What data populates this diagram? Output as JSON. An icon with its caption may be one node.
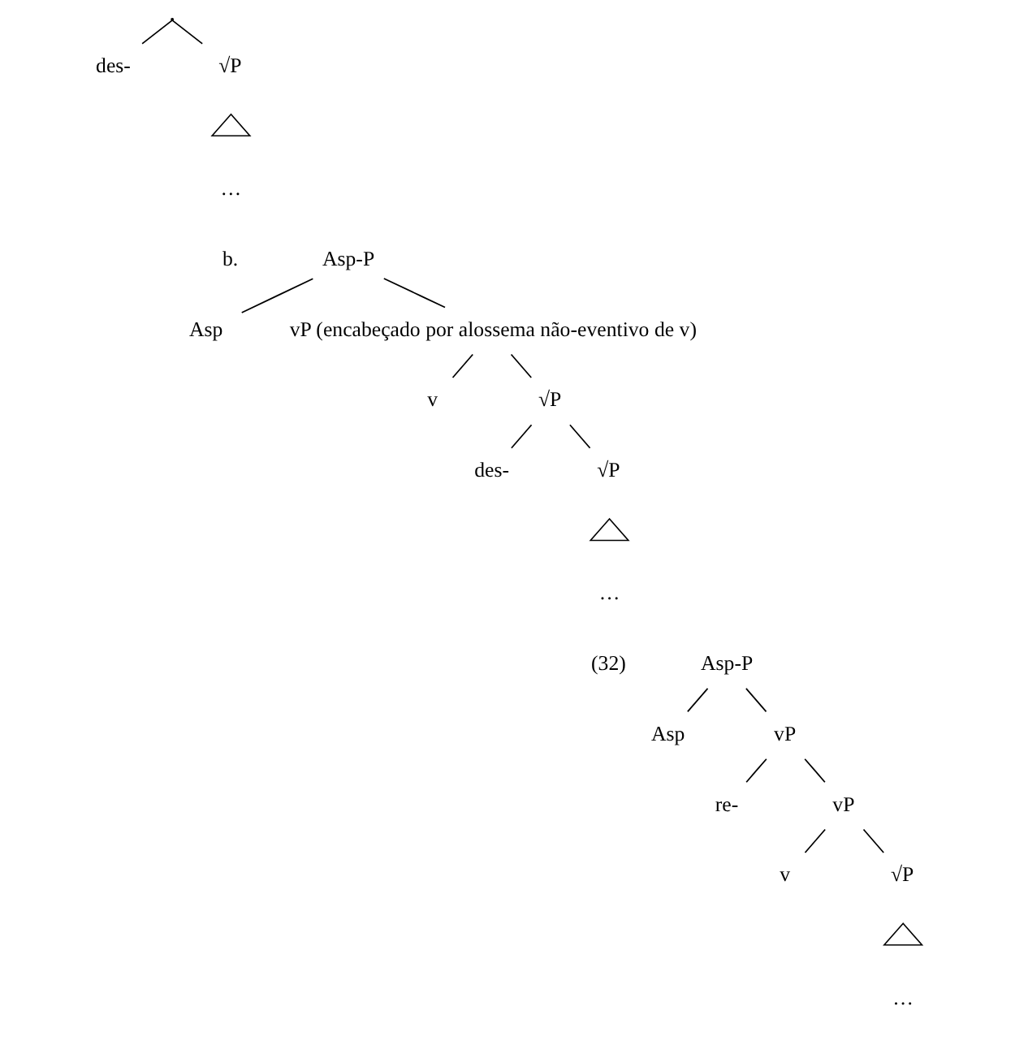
{
  "diagram": {
    "nodes": [
      {
        "text": [],
        "shape": "point"
      },
      {
        "text": [
          "des-"
        ]
      },
      {
        "text": [
          "√P"
        ]
      },
      {
        "text": [],
        "shape": "triangle"
      },
      {
        "text": [
          "…"
        ]
      },
      {
        "text": [
          "Asp-P"
        ]
      },
      {
        "text": [
          "Asp"
        ]
      },
      {
        "text": [
          "vP (encabeçado por alossema não-eventivo de v)"
        ]
      },
      {
        "text": [
          "v"
        ]
      },
      {
        "text": [
          "√P"
        ]
      },
      {
        "text": [
          "des-"
        ]
      },
      {
        "text": [
          "√P"
        ]
      },
      {
        "text": [],
        "shape": "triangle"
      },
      {
        "text": [
          "…"
        ]
      },
      {
        "text": [
          "Asp-P"
        ]
      },
      {
        "text": [
          "Asp"
        ]
      },
      {
        "text": [
          "vP"
        ]
      },
      {
        "text": [
          "re-"
        ]
      },
      {
        "text": [
          "vP"
        ]
      },
      {
        "text": [
          "v"
        ]
      },
      {
        "text": [
          "√P"
        ]
      },
      {
        "text": [],
        "shape": "triangle"
      },
      {
        "text": [
          "…"
        ]
      }
    ],
    "edges": [
      {
        "from": 0,
        "to": 1,
        "arrow": "none"
      },
      {
        "from": 0,
        "to": 2,
        "arrow": "none"
      },
      {
        "from": 5,
        "to": 6,
        "arrow": "none"
      },
      {
        "from": 5,
        "to": 7,
        "arrow": "none"
      },
      {
        "from": 7,
        "to": 8,
        "arrow": "none"
      },
      {
        "from": 7,
        "to": 9,
        "arrow": "none"
      },
      {
        "from": 9,
        "to": 10,
        "arrow": "none"
      },
      {
        "from": 9,
        "to": 11,
        "arrow": "none"
      },
      {
        "from": 14,
        "to": 15,
        "arrow": "none"
      },
      {
        "from": 14,
        "to": 16,
        "arrow": "none"
      },
      {
        "from": 16,
        "to": 17,
        "arrow": "none"
      },
      {
        "from": 16,
        "to": 18,
        "arrow": "none"
      },
      {
        "from": 18,
        "to": 19,
        "arrow": "none"
      },
      {
        "from": 18,
        "to": 20,
        "arrow": "none"
      }
    ],
    "labels": [
      "b.",
      "(32)"
    ]
  }
}
